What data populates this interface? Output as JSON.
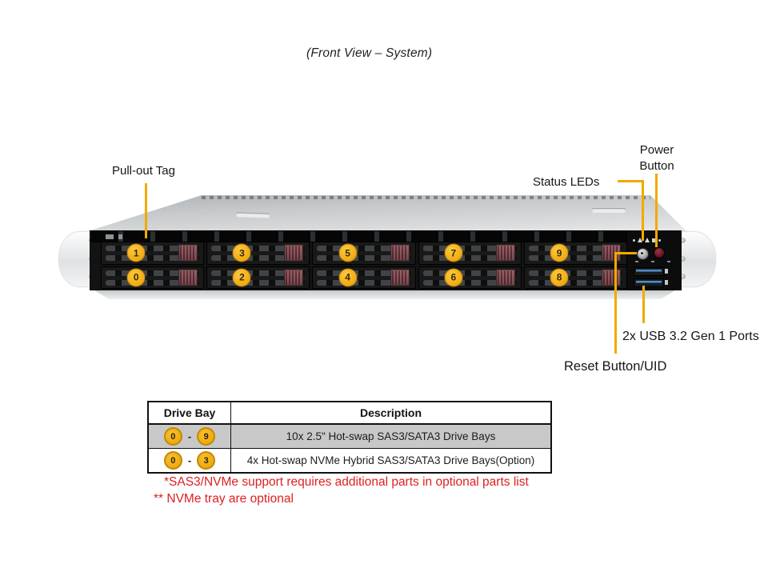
{
  "title": "(Front View – System)",
  "callouts": {
    "pull_out_tag": "Pull-out Tag",
    "status_leds": "Status LEDs",
    "power_button_line1": "Power",
    "power_button_line2": "Button",
    "usb_ports": "2x USB 3.2 Gen 1 Ports",
    "reset_button": "Reset Button/UID"
  },
  "server": {
    "top_row": [
      "1",
      "3",
      "5",
      "7",
      "9"
    ],
    "bottom_row": [
      "0",
      "2",
      "4",
      "6",
      "8"
    ]
  },
  "table": {
    "headers": [
      "Drive Bay",
      "Description"
    ],
    "rows": [
      {
        "bay_start": "0",
        "separator": "-",
        "bay_end": "9",
        "description": "10x 2.5\" Hot-swap SAS3/SATA3 Drive Bays"
      },
      {
        "bay_start": "0",
        "separator": "-",
        "bay_end": "3",
        "description": "4x Hot-swap NVMe Hybrid SAS3/SATA3 Drive Bays(Option)"
      }
    ]
  },
  "footnotes": {
    "line1": "*SAS3/NVMe support requires additional parts in optional parts list",
    "line2": "** NVMe tray are optional"
  },
  "colors": {
    "callout_line": "#F2A900",
    "bay_circle": "#EFA90F",
    "table_gray_row": "#C8C8C8",
    "footnote_red": "#DE2020",
    "usb_blue": "#1D5490",
    "latch_maroon": "#6E3940"
  }
}
